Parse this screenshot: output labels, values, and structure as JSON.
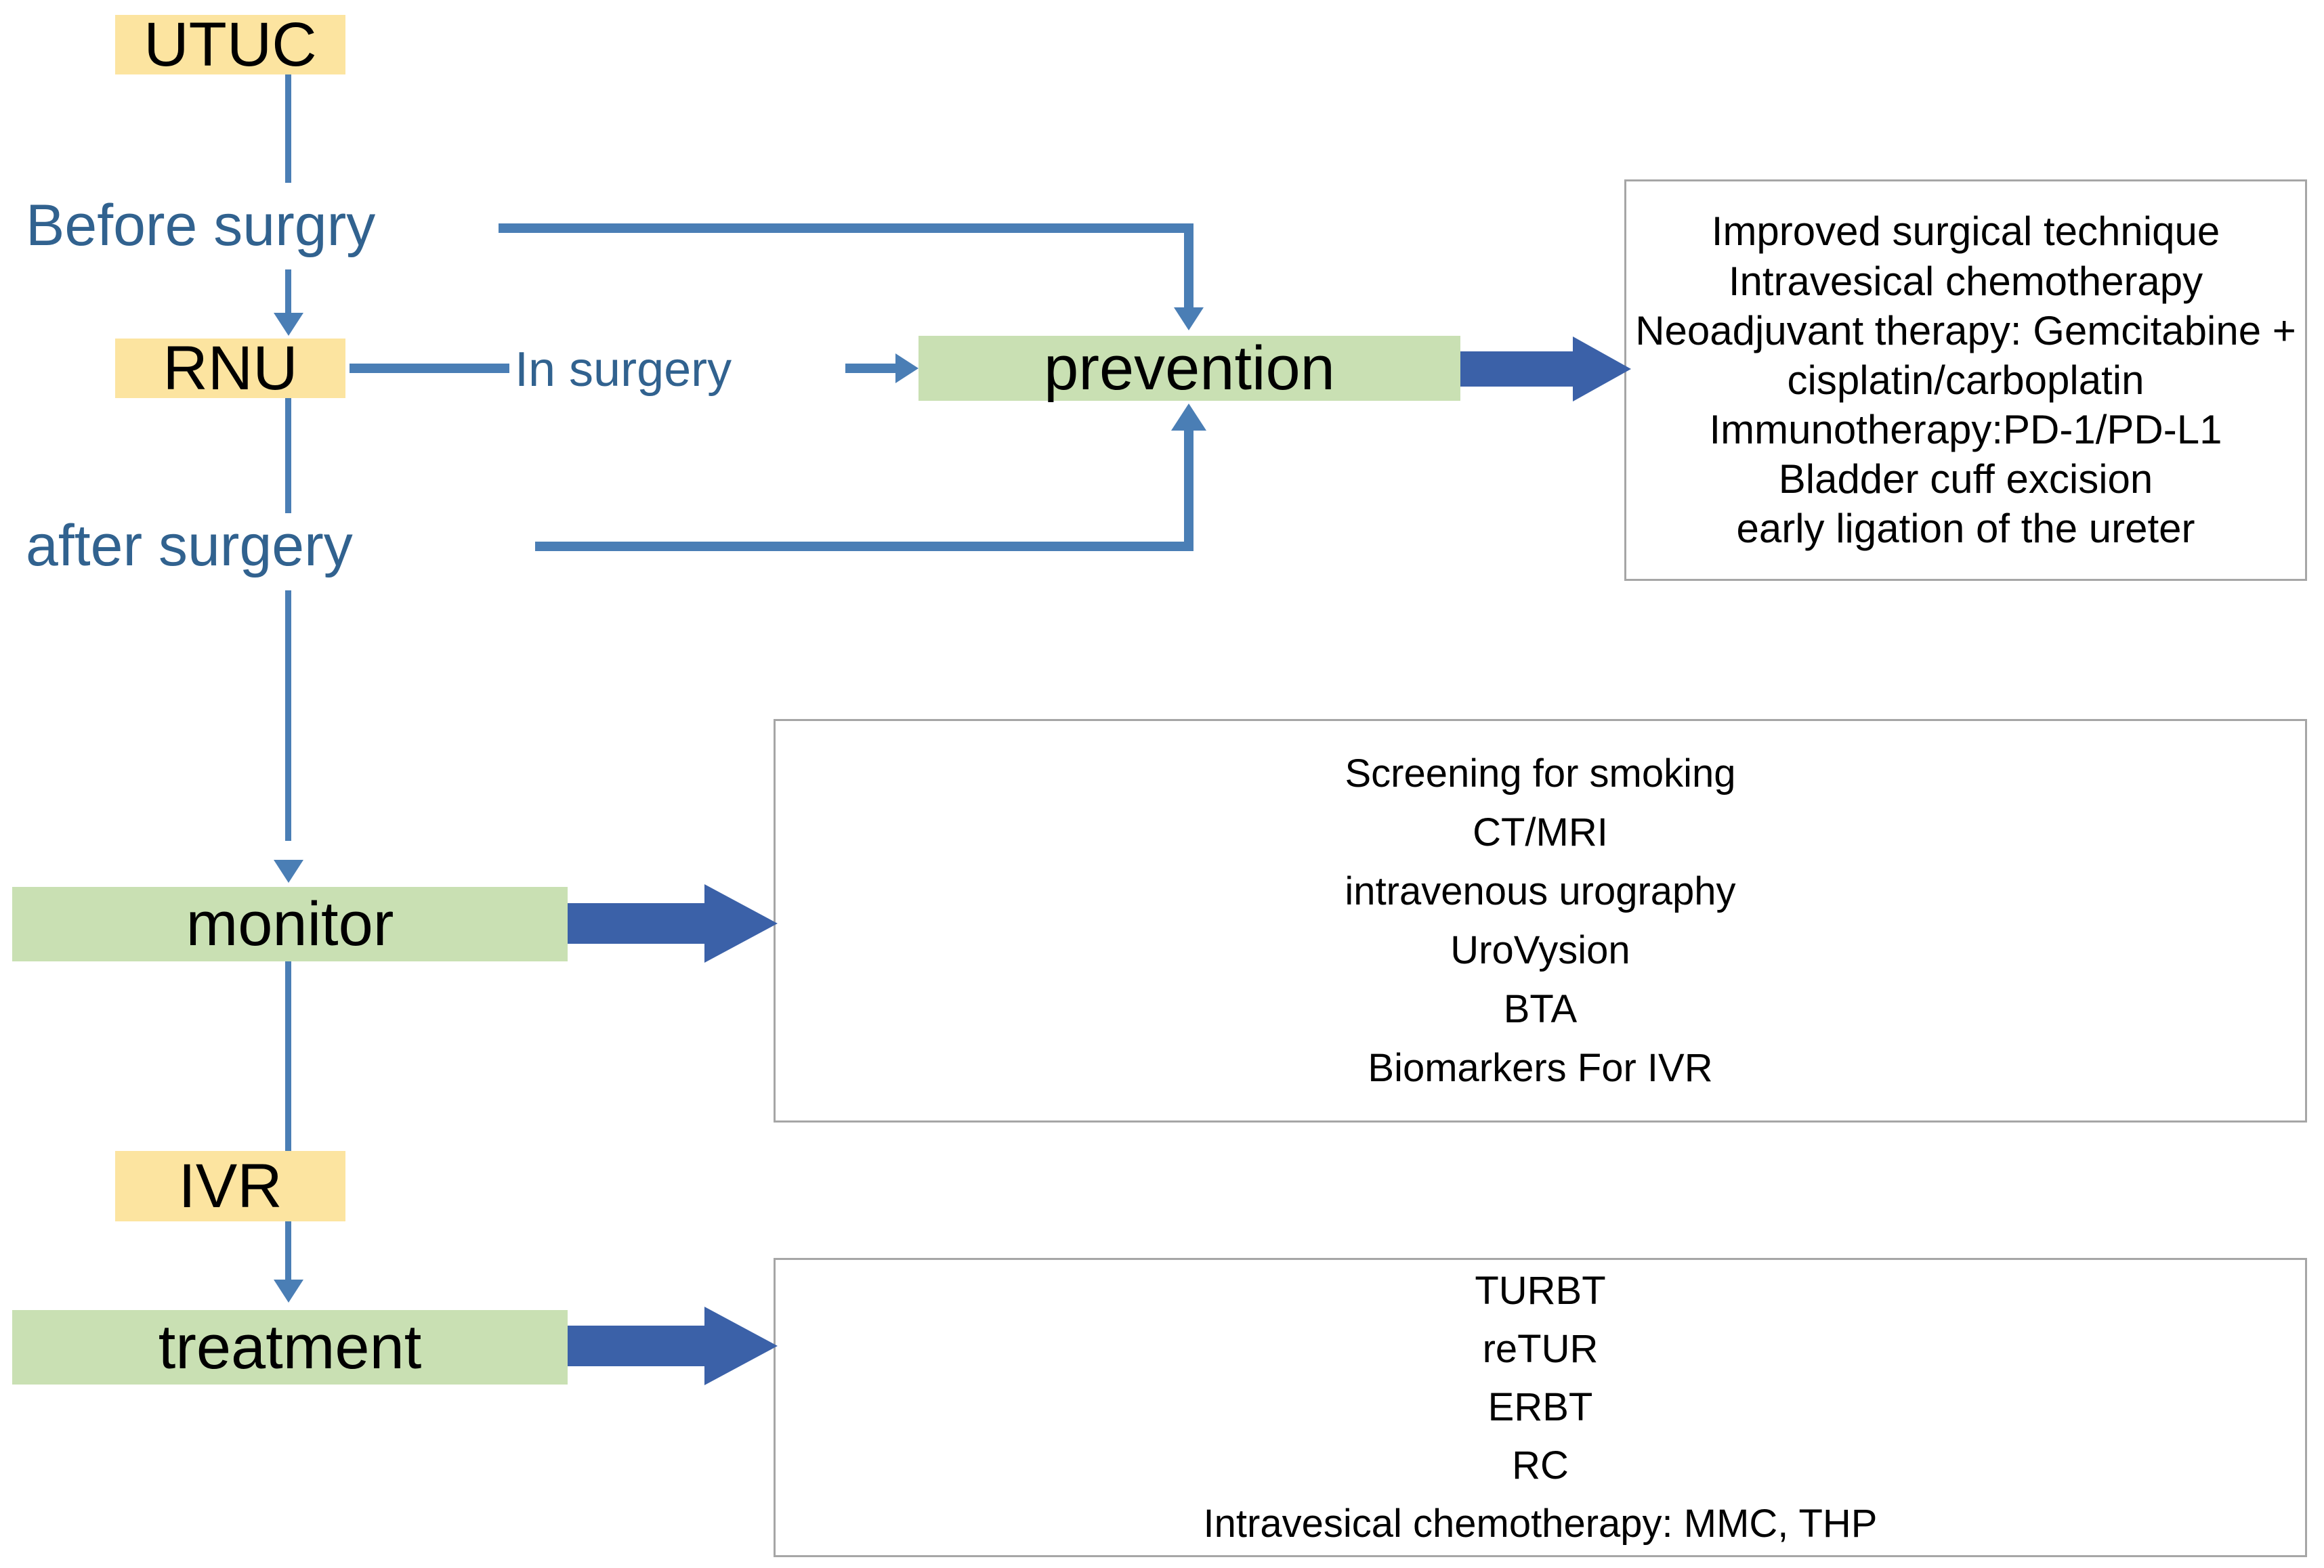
{
  "colors": {
    "node_yellow": "#FCE4A0",
    "node_green": "#C9E0B3",
    "connector_blue": "#4A7EB5",
    "block_arrow_blue": "#3B61A8",
    "panel_border": "#A6A6A6",
    "label_text": "#31628F",
    "node_text": "#000000"
  },
  "nodes": {
    "utuc": "UTUC",
    "rnu": "RNU",
    "prevention": "prevention",
    "monitor": "monitor",
    "ivr": "IVR",
    "treatment": "treatment"
  },
  "edge_labels": {
    "before_surgery": "Before surgry",
    "in_surgery": "In surgery",
    "after_surgery": "after surgery"
  },
  "panels": {
    "prevention": {
      "lines": [
        "Improved surgical technique",
        "Intravesical chemotherapy",
        "Neoadjuvant therapy: Gemcitabine +",
        "cisplatin/carboplatin",
        "Immunotherapy:PD-1/PD-L1",
        "Bladder cuff excision",
        "early ligation of the ureter"
      ]
    },
    "monitor": {
      "lines": [
        "Screening for smoking",
        "CT/MRI",
        "intravenous urography",
        "UroVysion",
        "BTA",
        "Biomarkers For IVR"
      ]
    },
    "treatment": {
      "lines": [
        "TURBT",
        "reTUR",
        "ERBT",
        "RC",
        "Intravesical chemotherapy: MMC, THP"
      ]
    }
  },
  "icons": {
    "block_arrow": "block-arrow-right-icon",
    "arrow_down": "arrow-down-icon",
    "arrow_up": "arrow-up-icon",
    "arrow_right": "arrow-right-icon"
  }
}
